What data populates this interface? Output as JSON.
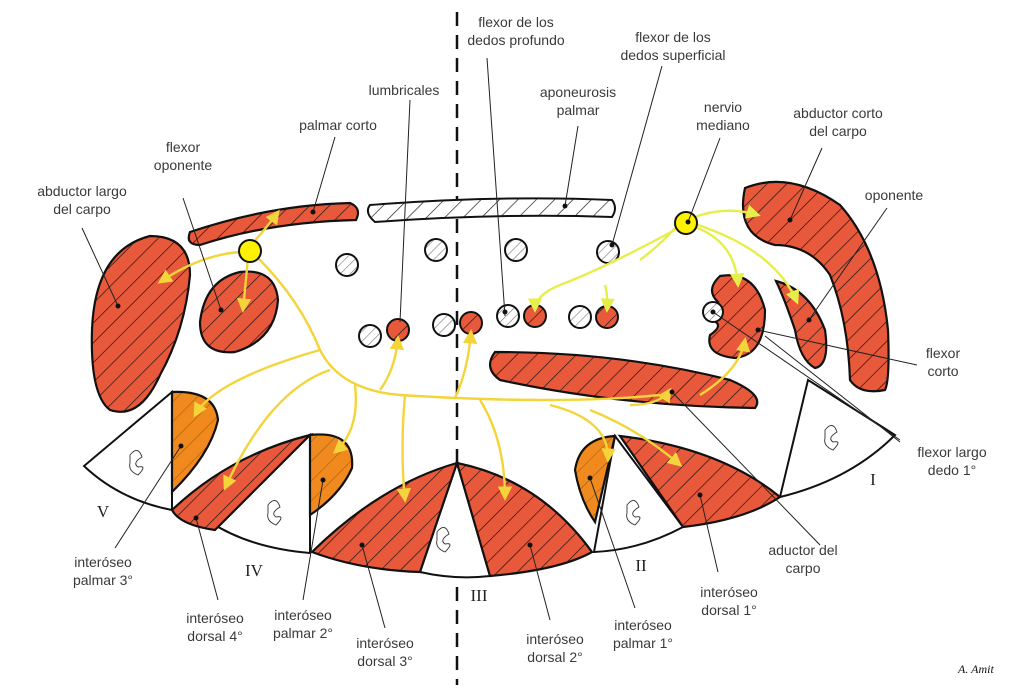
{
  "diagram": {
    "title": "Corte transversal de la mano (palma) — músculos e inervación del nervio mediano",
    "colors": {
      "muscle": "#e8583b",
      "palmar_interosseous": "#f08a1e",
      "nerve": "#fff200",
      "nerve_branch": "#f3d43a",
      "tendon_hatch": "#777777",
      "outline": "#111111"
    },
    "labels": {
      "abductor_largo": [
        "abductor largo",
        "del carpo"
      ],
      "flexor_oponente": [
        "flexor",
        "oponente"
      ],
      "palmar_corto": [
        "palmar corto"
      ],
      "lumbricales": [
        "lumbricales"
      ],
      "flexor_profundo": [
        "flexor de los",
        "dedos profundo"
      ],
      "aponeurosis": [
        "aponeurosis",
        "palmar"
      ],
      "flexor_superficial": [
        "flexor de los",
        "dedos superficial"
      ],
      "nervio_mediano": [
        "nervio",
        "mediano"
      ],
      "abductor_corto": [
        "abductor corto",
        "del carpo"
      ],
      "oponente": [
        "oponente"
      ],
      "flexor_corto": [
        "flexor",
        "corto"
      ],
      "flexor_largo_dedo1": [
        "flexor largo",
        "dedo 1°"
      ],
      "aductor": [
        "aductor del",
        "carpo"
      ],
      "interoseo_dorsal_1": [
        "interóseo",
        "dorsal 1°"
      ],
      "interoseo_palmar_1": [
        "interóseo",
        "palmar 1°"
      ],
      "interoseo_dorsal_2": [
        "interóseo",
        "dorsal 2°"
      ],
      "interoseo_dorsal_3": [
        "interóseo",
        "dorsal 3°"
      ],
      "interoseo_palmar_2": [
        "interóseo",
        "palmar 2°"
      ],
      "interoseo_dorsal_4": [
        "interóseo",
        "dorsal 4°"
      ],
      "interoseo_palmar_3": [
        "interóseo",
        "palmar 3°"
      ]
    },
    "metacarpals": [
      "I",
      "II",
      "III",
      "IV",
      "V"
    ],
    "signature": "A. Amit"
  }
}
